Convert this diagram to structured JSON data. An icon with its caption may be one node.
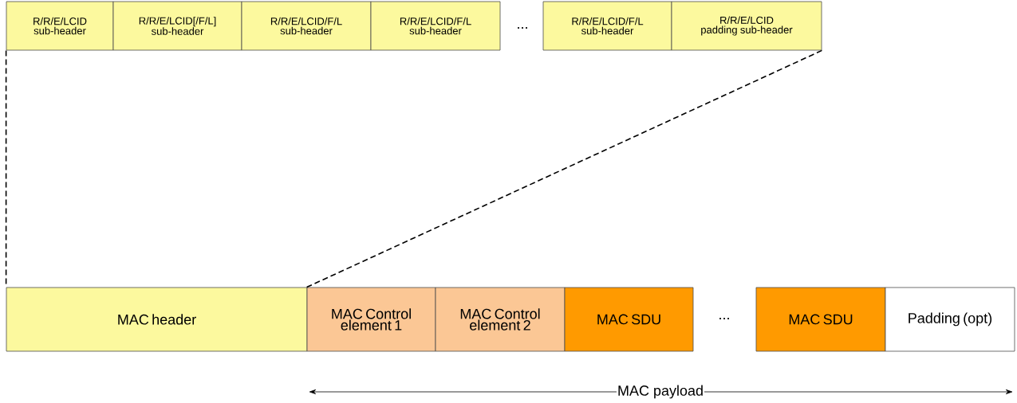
{
  "diagram": {
    "nodes": [
      {
        "text": [
          "R/R/E/LCID sub-header"
        ]
      },
      {
        "text": [
          "R/R/E/LCID[/F/L] sub-header"
        ]
      },
      {
        "text": [
          "R/R/E/LCID/F/L sub-header"
        ]
      },
      {
        "text": [
          "R/R/E/LCID/F/L sub-header"
        ]
      },
      {
        "text": [
          "R/R/E/LCID/F/L sub-header"
        ]
      },
      {
        "text": [
          "R/R/E/LCID padding sub-header"
        ]
      },
      {
        "text": [
          "MAC header"
        ]
      },
      {
        "text": [
          "MAC Control element 1"
        ]
      },
      {
        "text": [
          "MAC Control element 2"
        ]
      },
      {
        "text": [
          "MAC SDU"
        ]
      },
      {
        "text": [
          "MAC SDU"
        ]
      },
      {
        "text": [
          "Padding (opt)"
        ]
      }
    ],
    "edges": [
      {
        "from": 0,
        "to": 6,
        "arrow": "none",
        "style": "dashed"
      },
      {
        "from": 5,
        "to": 7,
        "arrow": "none",
        "style": "dashed"
      }
    ],
    "labels": [
      "...",
      "...",
      "MAC payload"
    ]
  }
}
